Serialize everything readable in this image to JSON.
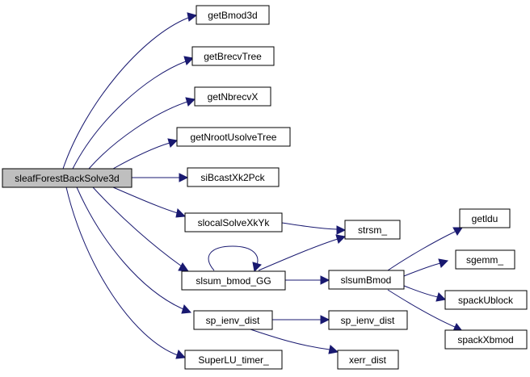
{
  "graph": {
    "edge_color": "#191970",
    "root_fill": "#bfbfbf",
    "node_fill": "#ffffff",
    "nodes": {
      "root": "sleafForestBackSolve3d",
      "getBmod3d": "getBmod3d",
      "getBrecvTree": "getBrecvTree",
      "getNbrecvX": "getNbrecvX",
      "getNrootUsolveTree": "getNrootUsolveTree",
      "siBcastXk2Pck": "siBcastXk2Pck",
      "slocalSolveXkYk": "slocalSolveXkYk",
      "slsum_bmod_GG": "slsum_bmod_GG",
      "sp_ienv_dist_1": "sp_ienv_dist",
      "SuperLU_timer_": "SuperLU_timer_",
      "strsm_": "strsm_",
      "slsumBmod": "slsumBmod",
      "sp_ienv_dist_2": "sp_ienv_dist",
      "xerr_dist": "xerr_dist",
      "getldu": "getldu",
      "sgemm_": "sgemm_",
      "spackUblock": "spackUblock",
      "spackXbmod": "spackXbmod"
    }
  }
}
